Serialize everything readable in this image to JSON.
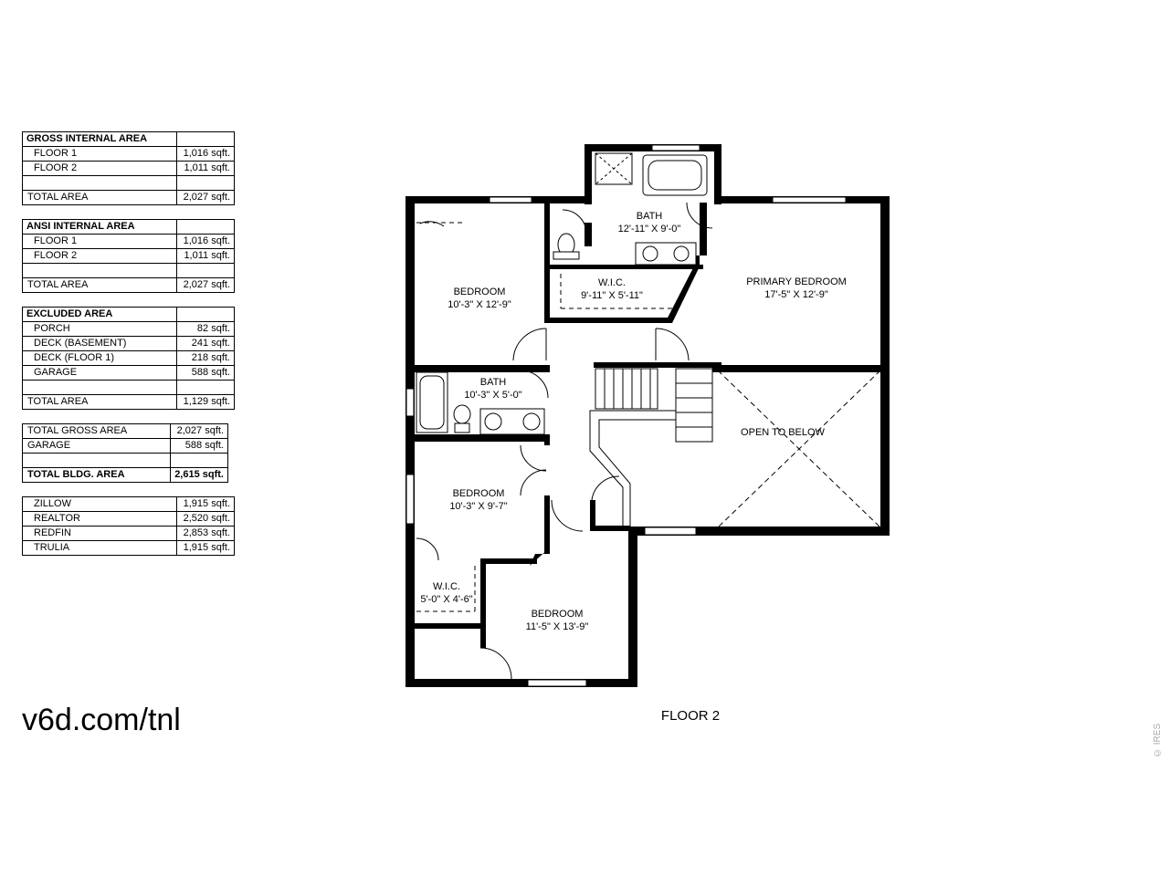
{
  "tables": {
    "gross": {
      "title": "GROSS INTERNAL AREA",
      "rows": [
        {
          "label": "FLOOR 1",
          "value": "1,016 sqft."
        },
        {
          "label": "FLOOR 2",
          "value": "1,011 sqft."
        }
      ],
      "total_label": "TOTAL AREA",
      "total_value": "2,027 sqft."
    },
    "ansi": {
      "title": "ANSI INTERNAL AREA",
      "rows": [
        {
          "label": "FLOOR 1",
          "value": "1,016 sqft."
        },
        {
          "label": "FLOOR 2",
          "value": "1,011 sqft."
        }
      ],
      "total_label": "TOTAL AREA",
      "total_value": "2,027 sqft."
    },
    "excluded": {
      "title": "EXCLUDED AREA",
      "rows": [
        {
          "label": "PORCH",
          "value": "82 sqft."
        },
        {
          "label": "DECK (BASEMENT)",
          "value": "241 sqft."
        },
        {
          "label": "DECK (FLOOR 1)",
          "value": "218 sqft."
        },
        {
          "label": "GARAGE",
          "value": "588 sqft."
        }
      ],
      "total_label": "TOTAL AREA",
      "total_value": "1,129 sqft."
    },
    "totals": {
      "gross_label": "TOTAL GROSS AREA",
      "gross_value": "2,027 sqft.",
      "garage_label": "GARAGE",
      "garage_value": "588 sqft.",
      "bldg_label": "TOTAL BLDG. AREA",
      "bldg_value": "2,615 sqft."
    },
    "sites": [
      {
        "label": "ZILLOW",
        "value": "1,915 sqft."
      },
      {
        "label": "REALTOR",
        "value": "2,520 sqft."
      },
      {
        "label": "REDFIN",
        "value": "2,853 sqft."
      },
      {
        "label": "TRULIA",
        "value": "1,915 sqft."
      }
    ]
  },
  "site_link": "v6d.com/tnl",
  "watermark": "© IRES",
  "plan": {
    "floor_label": "FLOOR 2",
    "rooms": {
      "bedroom_nw": {
        "name": "BEDROOM",
        "dims": "10'-3\" X 12'-9\""
      },
      "bath_top": {
        "name": "BATH",
        "dims": "12'-11\" X 9'-0\""
      },
      "wic_top": {
        "name": "W.I.C.",
        "dims": "9'-11\" X 5'-11\""
      },
      "primary_bedroom": {
        "name": "PRIMARY BEDROOM",
        "dims": "17'-5\" X 12'-9\""
      },
      "bath_mid": {
        "name": "BATH",
        "dims": "10'-3\" X 5'-0\""
      },
      "open_to_below": {
        "name": "OPEN TO BELOW"
      },
      "bedroom_w": {
        "name": "BEDROOM",
        "dims": "10'-3\" X 9'-7\""
      },
      "wic_bottom": {
        "name": "W.I.C.",
        "dims": "5'-0\" X 4'-6\""
      },
      "bedroom_s": {
        "name": "BEDROOM",
        "dims": "11'-5\" X 13'-9\""
      }
    }
  }
}
